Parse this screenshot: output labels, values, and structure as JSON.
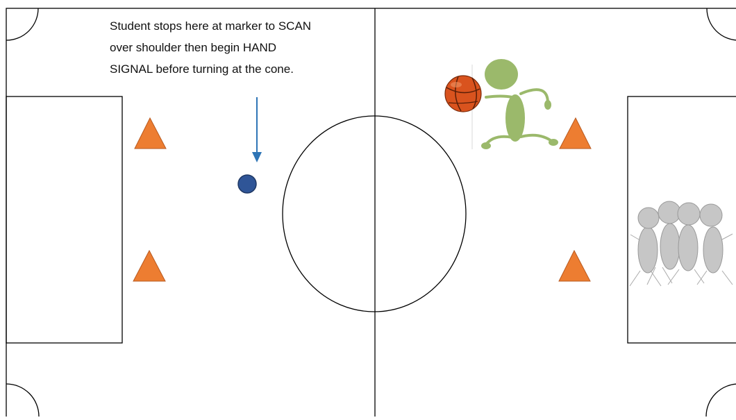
{
  "diagram": {
    "annotation": {
      "lines": [
        "Student stops here at marker to SCAN",
        "over shoulder then begin HAND",
        "SIGNAL before turning at the cone."
      ]
    },
    "colors": {
      "field_lines": "#000000",
      "cone": "#ed7d31",
      "cone_outline": "#b85a20",
      "marker": "#2f5597",
      "arrow": "#2e75b6",
      "player_figure": "#9bb96b",
      "waiting_players": "#c6c6c6",
      "ball": "#d9531e"
    },
    "icons": {
      "cones": "cone-icon",
      "marker": "spot-marker-icon",
      "dribbling_player": "basketball-player-icon",
      "waiting_players": "player-line-icon"
    },
    "cone_count": 4,
    "waiting_player_count": 4
  }
}
